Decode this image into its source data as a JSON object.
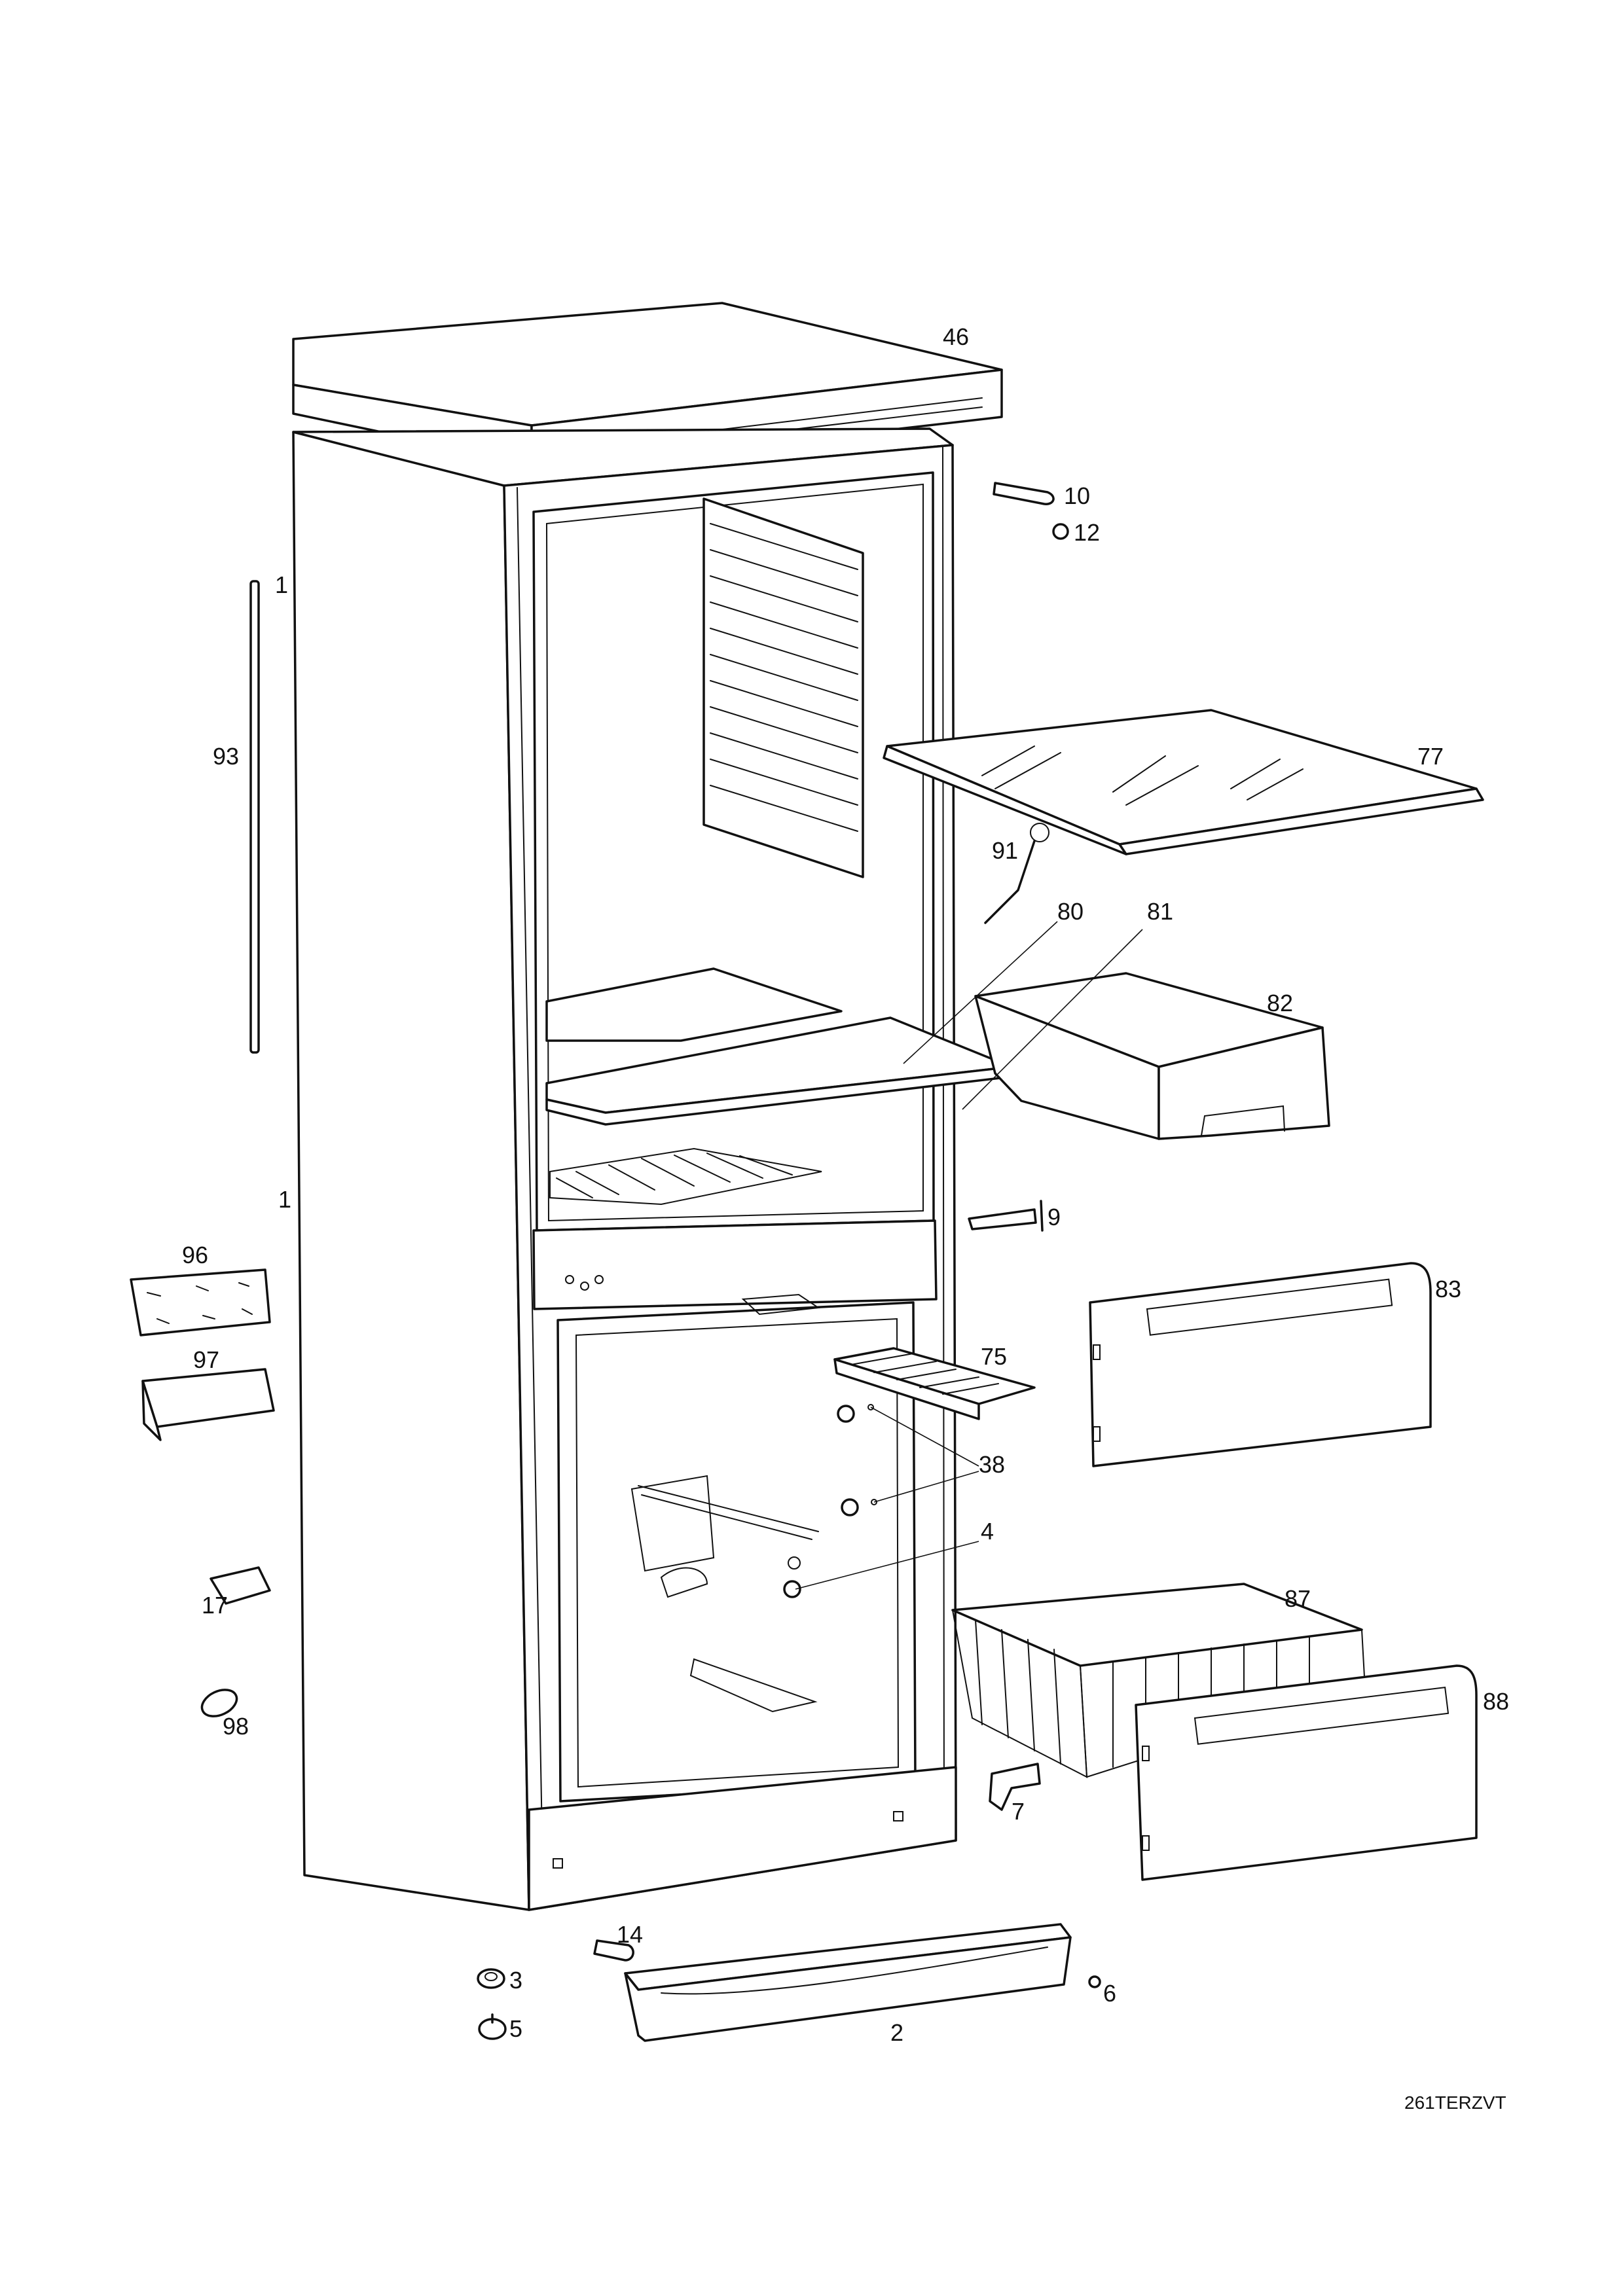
{
  "diagram": {
    "drawing_code": "261TERZVT",
    "labels": {
      "p1_gasket": "1",
      "p1_cabinet": "1",
      "p2": "2",
      "p3": "3",
      "p4": "4",
      "p5": "5",
      "p6": "6",
      "p7": "7",
      "p9": "9",
      "p10": "10",
      "p12": "12",
      "p14": "14",
      "p17": "17",
      "p38": "38",
      "p46": "46",
      "p75": "75",
      "p77": "77",
      "p80": "80",
      "p81": "81",
      "p82": "82",
      "p83": "83",
      "p87": "87",
      "p88": "88",
      "p91": "91",
      "p93": "93",
      "p96": "96",
      "p97": "97",
      "p98": "98"
    }
  }
}
